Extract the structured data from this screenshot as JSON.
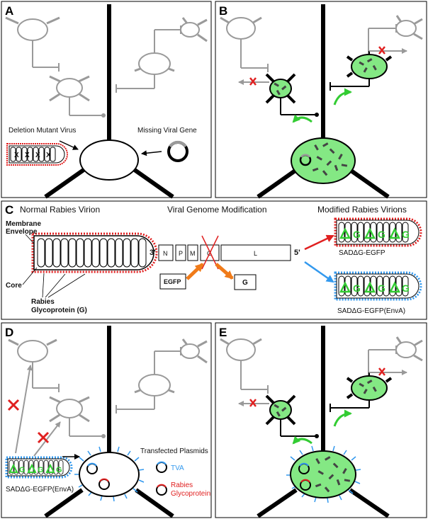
{
  "panels": {
    "a": {
      "letter": "A",
      "deletion_mutant_virus": "Deletion Mutant Virus",
      "missing_viral_gene": "Missing Viral Gene",
      "x_marks": [
        "X",
        "X",
        "X",
        "X"
      ]
    },
    "b": {
      "letter": "B"
    },
    "c": {
      "letter": "C",
      "normal_rabies_virion": "Normal Rabies Virion",
      "viral_genome_modification": "Viral Genome Modification",
      "modified_rabies_virions": "Modified Rabies Virions",
      "membrane_envelope": [
        "Membrane",
        "Envelope"
      ],
      "core": "Core",
      "glycoprotein": [
        "Rabies",
        "Glycoprotein (G)"
      ],
      "genome_3prime": "3'",
      "genome_5prime": "5'",
      "genes": [
        "N",
        "P",
        "M",
        "G",
        "L"
      ],
      "egfp_box": "EGFP",
      "g_box": "G",
      "virion_labels": [
        "SADΔG-EGFP",
        "SADΔG-EGFP(EnvA)"
      ],
      "virion_g_marks": [
        "G",
        "G",
        "G"
      ]
    },
    "d": {
      "letter": "D",
      "virion_label": "SADΔG-EGFP(EnvA)",
      "transfected_plasmids": "Transfected Plasmids",
      "tva": "TVA",
      "rabies_glycoprotein": [
        "Rabies",
        "Glycoprotein"
      ]
    },
    "e": {
      "letter": "E"
    }
  },
  "colors": {
    "green_fill": "#84e884",
    "bright_green": "#33cc33",
    "red": "#e02020",
    "blue": "#3399ee",
    "orange": "#f07b19",
    "grey": "#9a9a9a",
    "black": "#000000"
  }
}
